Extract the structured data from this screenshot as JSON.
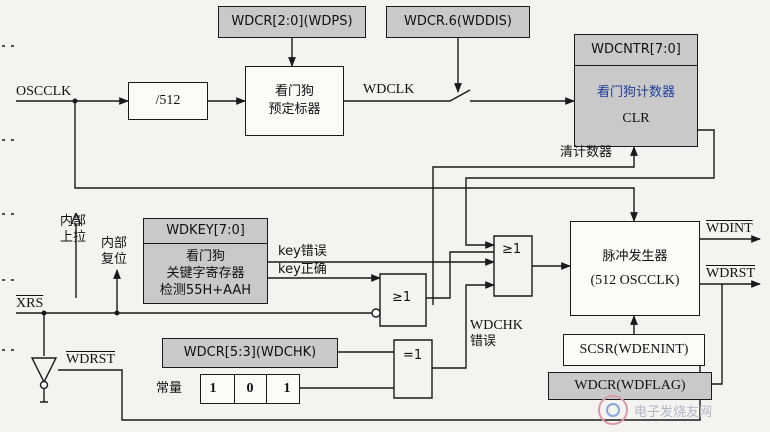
{
  "labels": {
    "wdcr_wdps": "WDCR[2:0](WDPS)",
    "wdcr_wddis": "WDCR.6(WDDIS)",
    "osc": "OSCCLK",
    "div512": "/512",
    "prescaler_l1": "看门狗",
    "prescaler_l2": "预定标器",
    "wdclk": "WDCLK",
    "wdcntr": "WDCNTR[7:0]",
    "counter": "看门狗计数器",
    "clr": "CLR",
    "clear_counter": "清计数器",
    "pullup_l1": "内部",
    "pullup_l2": "上拉",
    "reset_l1": "内部",
    "reset_l2": "复位",
    "wdkey": "WDKEY[7:0]",
    "key_reg_l1": "看门狗",
    "key_reg_l2": "关键字寄存器",
    "key_reg_l3": "检测55H+AAH",
    "key_bad": "key错误",
    "key_ok": "key正确",
    "gte1_a": "≥1",
    "gte1_b": "≥1",
    "eq1": "=1",
    "xrs": "XRS",
    "wdrst_in": "WDRST",
    "wdcr_wdchk": "WDCR[5:3](WDCHK)",
    "constant": "常量",
    "bit1": "1",
    "bit2": "0",
    "bit3": "1",
    "wdchk_l1": "WDCHK",
    "wdchk_l2": "错误",
    "pulse_l1": "脉冲发生器",
    "pulse_l2": "(512 OSCCLK)",
    "wdint": "WDINT",
    "wdrst_out": "WDRST",
    "scsr": "SCSR(WDENINT)",
    "wdflag": "WDCR(WDFLAG)"
  },
  "watermark": "电子发烧友网",
  "colors": {
    "block_gray": "#c9c9c9",
    "counter_text": "#1f3f9a",
    "line": "#1a1a1a"
  }
}
